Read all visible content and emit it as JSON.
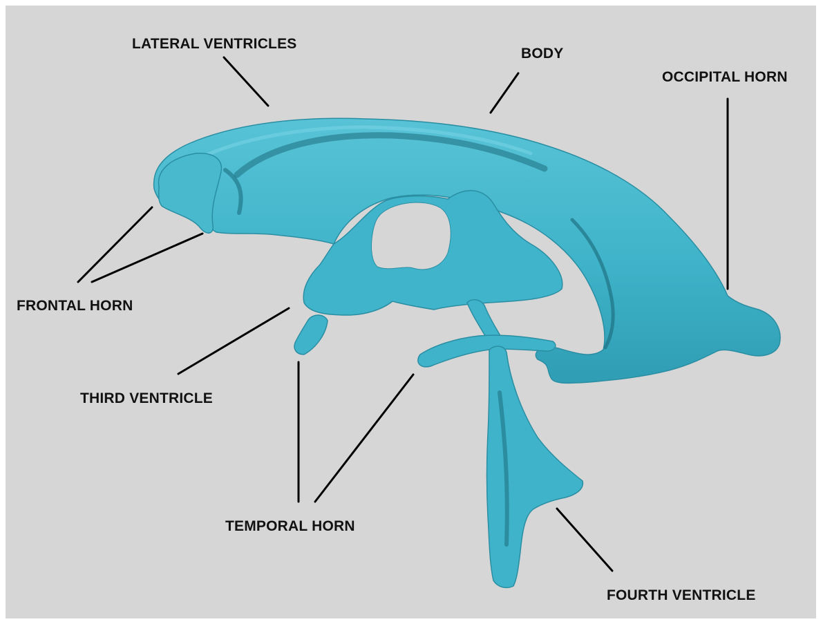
{
  "labels": {
    "lateral_ventricles": "LATERAL VENTRICLES",
    "body": "BODY",
    "occipital_horn": "OCCIPITAL HORN",
    "frontal_horn": "FRONTAL HORN",
    "third_ventricle": "THIRD VENTRICLE",
    "temporal_horn": "TEMPORAL HORN",
    "fourth_ventricle": "FOURTH VENTRICLE"
  },
  "colors": {
    "background": "#d6d6d6",
    "ventricle": "#3fb3c9",
    "ventricle_shadow": "#1e6f82",
    "ventricle_highlight": "#6fd0e0",
    "leader_line": "#000000"
  }
}
